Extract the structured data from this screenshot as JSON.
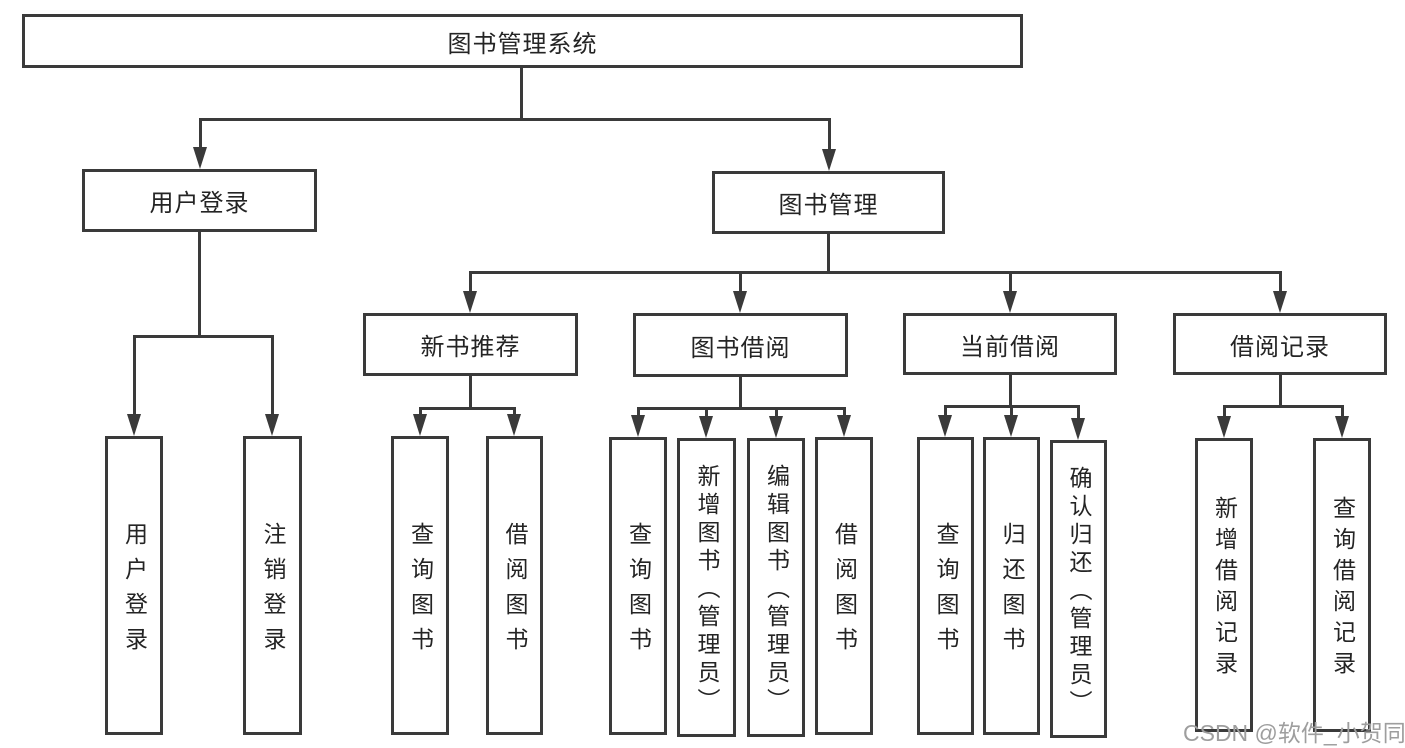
{
  "tree": {
    "label": "图书管理系统",
    "children": [
      {
        "label": "用户登录",
        "children": [
          {
            "label": "用户登录"
          },
          {
            "label": "注销登录"
          }
        ]
      },
      {
        "label": "图书管理",
        "children": [
          {
            "label": "新书推荐",
            "children": [
              {
                "label": "查询图书"
              },
              {
                "label": "借阅图书"
              }
            ]
          },
          {
            "label": "图书借阅",
            "children": [
              {
                "label": "查询图书"
              },
              {
                "label": "新增图书（管理员）"
              },
              {
                "label": "编辑图书（管理员）"
              },
              {
                "label": "借阅图书"
              }
            ]
          },
          {
            "label": "当前借阅",
            "children": [
              {
                "label": "查询图书"
              },
              {
                "label": "归还图书"
              },
              {
                "label": "确认归还（管理员）"
              }
            ]
          },
          {
            "label": "借阅记录",
            "children": [
              {
                "label": "新增借阅记录"
              },
              {
                "label": "查询借阅记录"
              }
            ]
          }
        ]
      }
    ]
  },
  "watermark": "CSDN @软件_小贺同学",
  "colors": {
    "line": "#3a3a3a",
    "text": "#242424",
    "background": "#ffffff",
    "watermark": "#9e9e9e"
  }
}
